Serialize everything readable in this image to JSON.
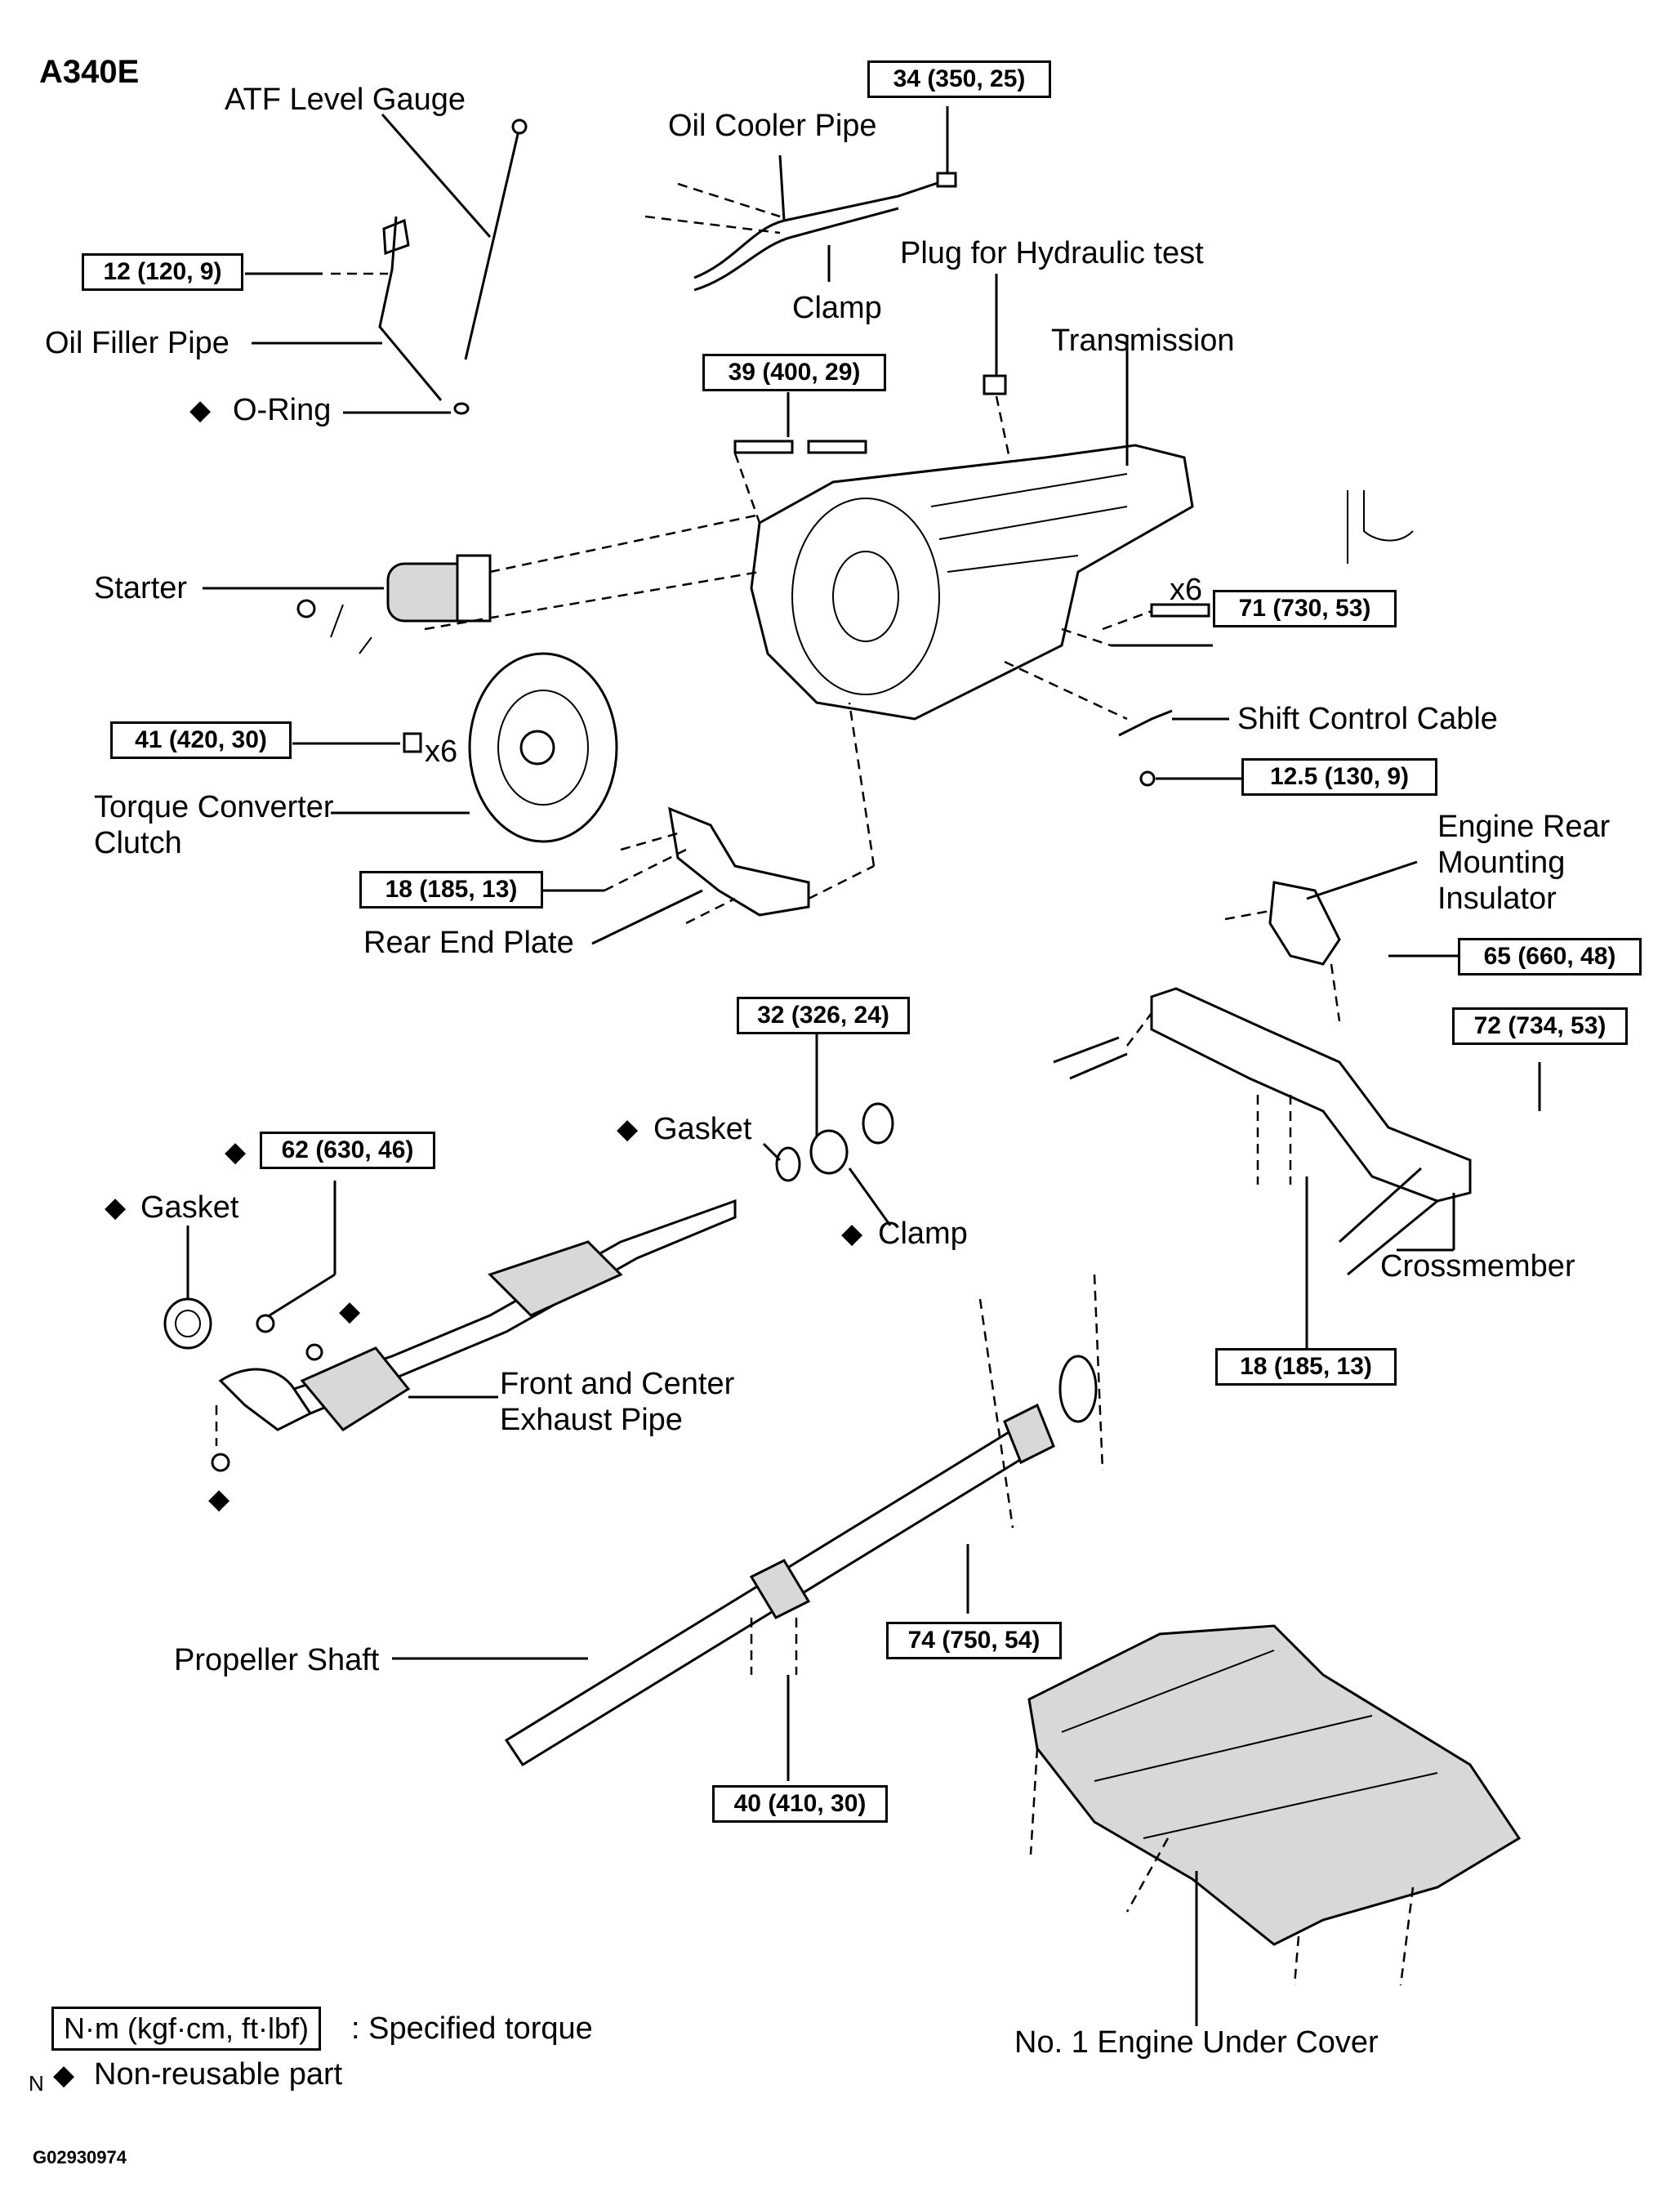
{
  "model": "A340E",
  "figure_id": "G02930974",
  "labels": {
    "atf_level_gauge": "ATF Level Gauge",
    "oil_cooler_pipe": "Oil Cooler Pipe",
    "clamp_top": "Clamp",
    "plug_hydraulic_test": "Plug for Hydraulic test",
    "oil_filler_pipe": "Oil Filler Pipe",
    "o_ring": "O-Ring",
    "transmission": "Transmission",
    "starter": "Starter",
    "x6_upper": "x6",
    "x6_lower": "x6",
    "shift_control_cable": "Shift Control Cable",
    "torque_converter_clutch": "Torque Converter\nClutch",
    "engine_rear_mounting_insulator": "Engine Rear\nMounting\nInsulator",
    "rear_end_plate": "Rear End Plate",
    "gasket_center": "Gasket",
    "gasket_left": "Gasket",
    "clamp_center": "Clamp",
    "crossmember": "Crossmember",
    "front_center_exhaust_pipe": "Front and Center\nExhaust Pipe",
    "propeller_shaft": "Propeller Shaft",
    "no1_engine_under_cover": "No. 1 Engine Under Cover"
  },
  "torque_boxes": {
    "t34": "34 (350, 25)",
    "t12": "12 (120, 9)",
    "t39": "39 (400, 29)",
    "t71": "71 (730, 53)",
    "t41": "41 (420, 30)",
    "t125": "12.5 (130, 9)",
    "t18_plate": "18 (185, 13)",
    "t65": "65 (660, 48)",
    "t32": "32 (326, 24)",
    "t72": "72 (734, 53)",
    "t62": "62 (630, 46)",
    "t18_cross": "18 (185, 13)",
    "t74": "74 (750, 54)",
    "t40": "40 (410, 30)"
  },
  "markers": {
    "diamond": "◆",
    "n": "N"
  },
  "legend": {
    "torque_unit": "N·m (kgf·cm, ft·lbf)",
    "torque_desc": ": Specified torque",
    "non_reusable": "Non-reusable part"
  }
}
